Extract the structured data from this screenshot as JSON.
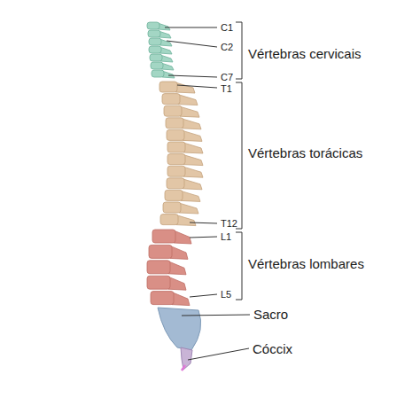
{
  "diagram": {
    "labels": [
      "C1",
      "C2",
      "C7",
      "T1",
      "T12",
      "L1",
      "L5",
      "Vértebras cervicais",
      "Vértebras torácicas",
      "Vértebras lombares",
      "Sacro",
      "Cóccix"
    ]
  }
}
